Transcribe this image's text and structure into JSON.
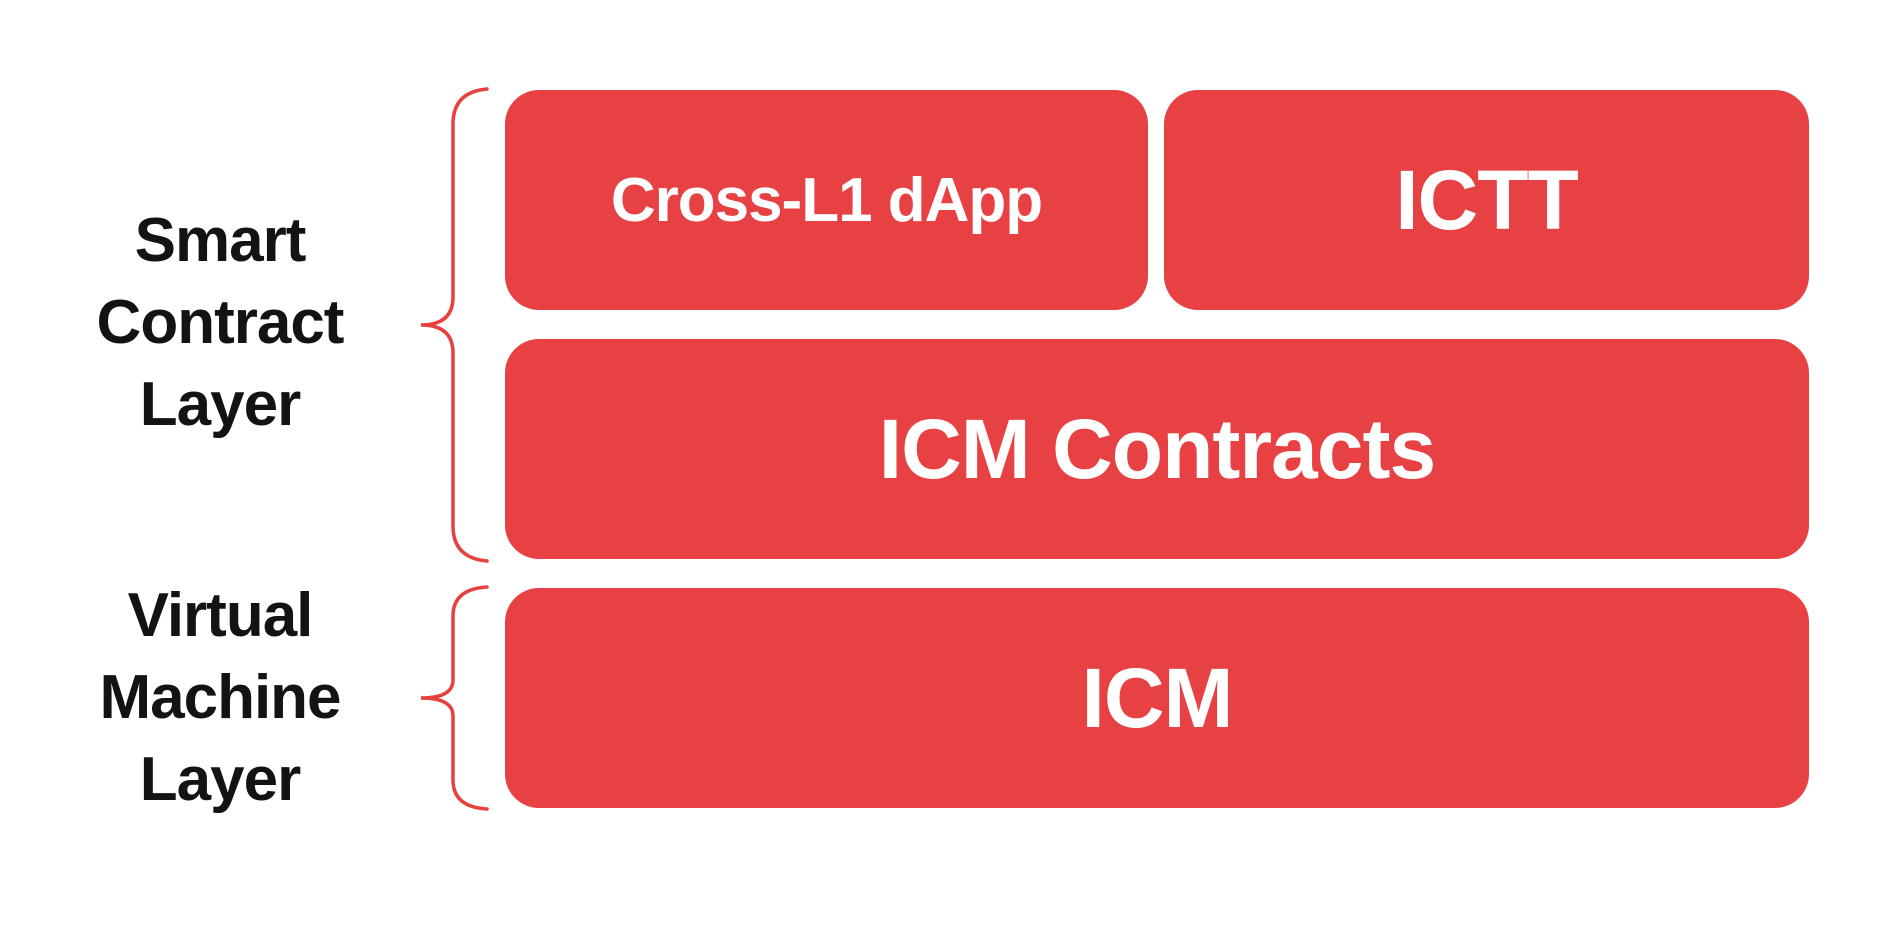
{
  "diagram": {
    "title": "ICM layered architecture diagram",
    "background": "#ffffff",
    "colors": {
      "box_fill": "#e84143",
      "box_text": "#ffffff",
      "brace_stroke": "#e8403d",
      "label_text": "#131313"
    },
    "labels": [
      {
        "id": "smart-contract-layer",
        "lines": [
          "Smart",
          "Contract",
          "Layer"
        ]
      },
      {
        "id": "virtual-machine-layer",
        "lines": [
          "Virtual",
          "Machine",
          "Layer"
        ]
      }
    ],
    "boxes": [
      {
        "id": "cross-l1-dapp",
        "label": "Cross-L1 dApp"
      },
      {
        "id": "ictt",
        "label": "ICTT"
      },
      {
        "id": "icm-contracts",
        "label": "ICM Contracts"
      },
      {
        "id": "icm",
        "label": "ICM"
      }
    ]
  }
}
